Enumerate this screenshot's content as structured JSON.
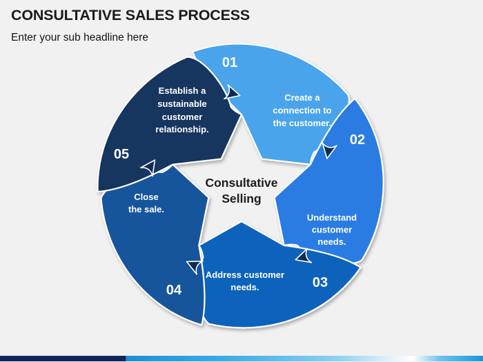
{
  "slide": {
    "title": "CONSULTATIVE SALES PROCESS",
    "subtitle": "Enter your sub headline here"
  },
  "center": {
    "lines": [
      "Consultative",
      "Selling"
    ]
  },
  "steps": [
    {
      "number": "01",
      "label_lines": [
        "Create a",
        "connection to",
        "the customer."
      ],
      "color": "#4AA4EC"
    },
    {
      "number": "02",
      "label_lines": [
        "Understand",
        "customer",
        "needs."
      ],
      "color": "#2C7CE2"
    },
    {
      "number": "03",
      "label_lines": [
        "Address customer",
        "needs."
      ],
      "color": "#0F63BC"
    },
    {
      "number": "04",
      "label_lines": [
        "Close",
        "the sale."
      ],
      "color": "#18549C"
    },
    {
      "number": "05",
      "label_lines": [
        "Establish a",
        "sustainable",
        "customer",
        "relationship."
      ],
      "color": "#16355F"
    }
  ],
  "arrows": {
    "color": "#0E2B52"
  },
  "colors": {
    "background": "#F1F1F2",
    "title_text": "#1B1B1B",
    "footer_navy": "#10255A",
    "footer_blue": "#2AA7E2",
    "footer_highlight": "#FFFFFF",
    "footer_blue_end": "#1B96D9"
  }
}
